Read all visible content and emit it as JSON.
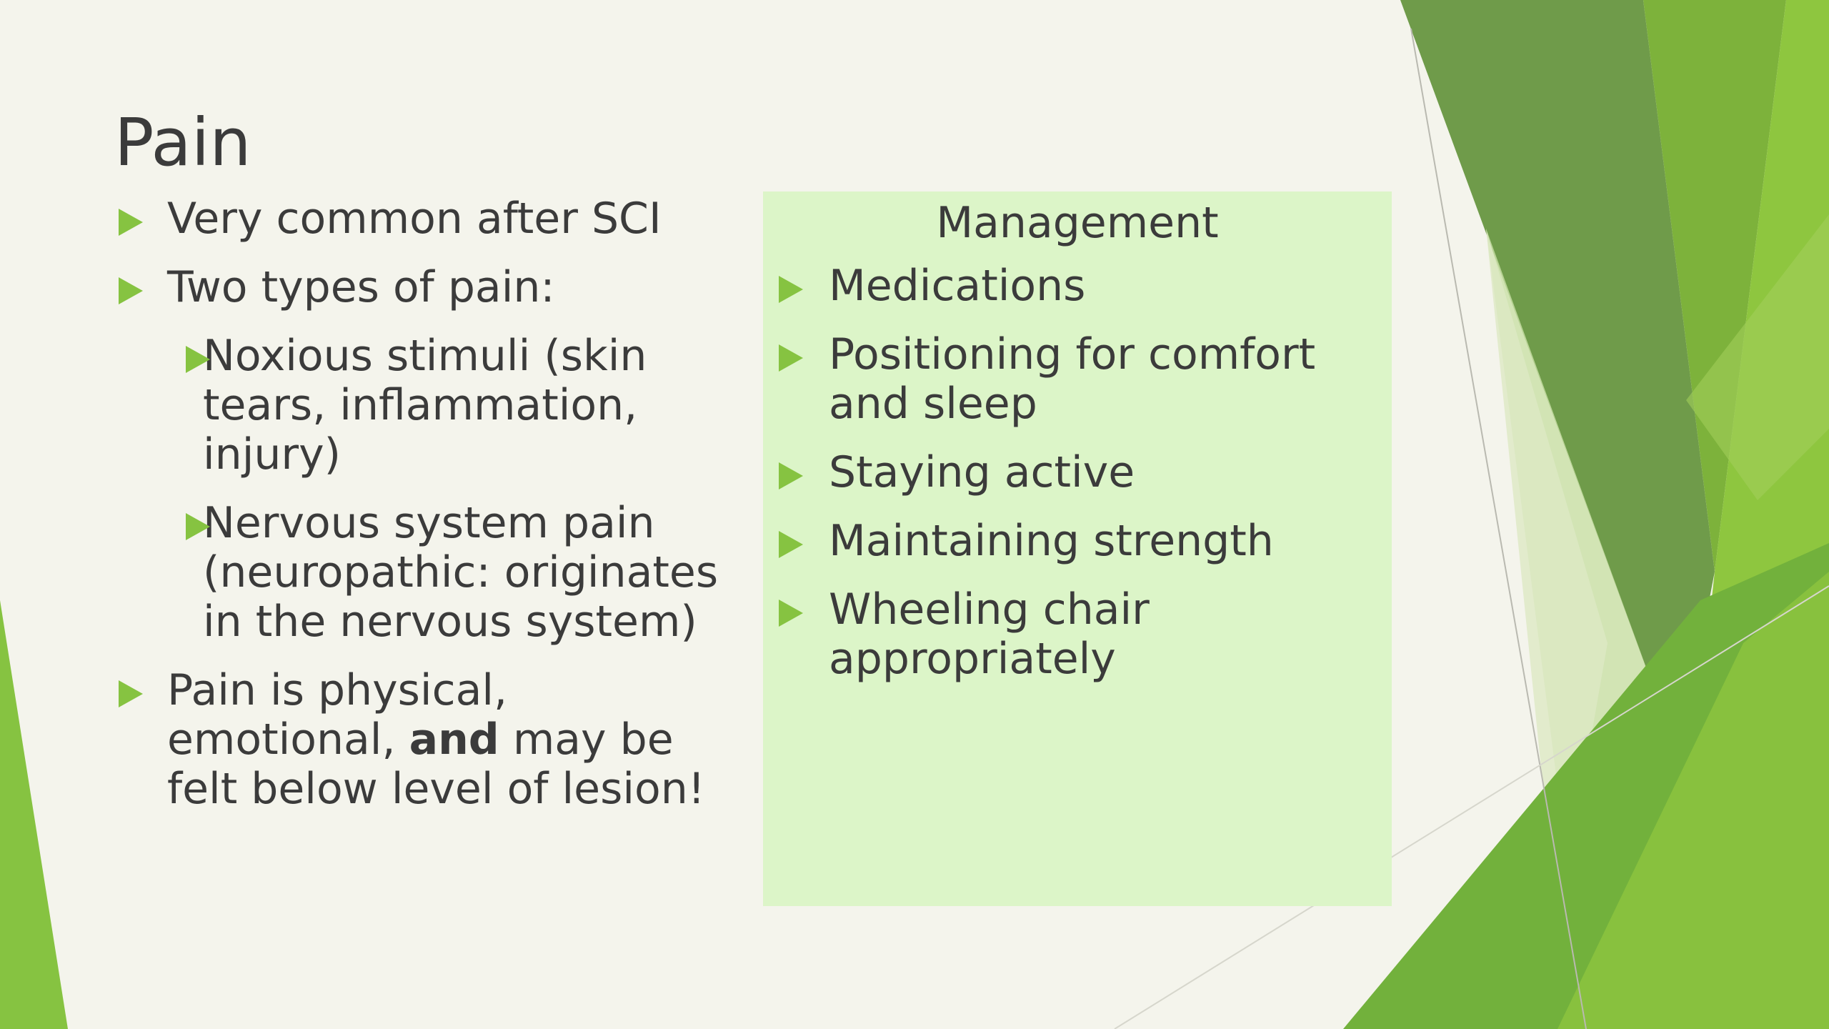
{
  "slide": {
    "title": "Pain",
    "left_bullets": [
      {
        "text": "Very common after SCI"
      },
      {
        "text": "Two types of pain:"
      },
      {
        "text": "Pain is physical, emotional, ",
        "bold": "and",
        "rest": " may be felt below level of lesion!"
      }
    ],
    "sub_bullets": [
      "Noxious stimuli (skin tears, inflammation, injury)",
      "Nervous system pain (neuropathic: originates in the nervous system)"
    ],
    "management": {
      "heading": "Management",
      "items": [
        "Medications",
        "Positioning for comfort and sleep",
        "Staying active",
        "Maintaining strength",
        "Wheeling chair appropriately"
      ]
    }
  },
  "colors": {
    "background": "#f4f4ec",
    "bullet": "#86c341",
    "box": "#dcf5c8",
    "text": "#3b3b3b"
  }
}
